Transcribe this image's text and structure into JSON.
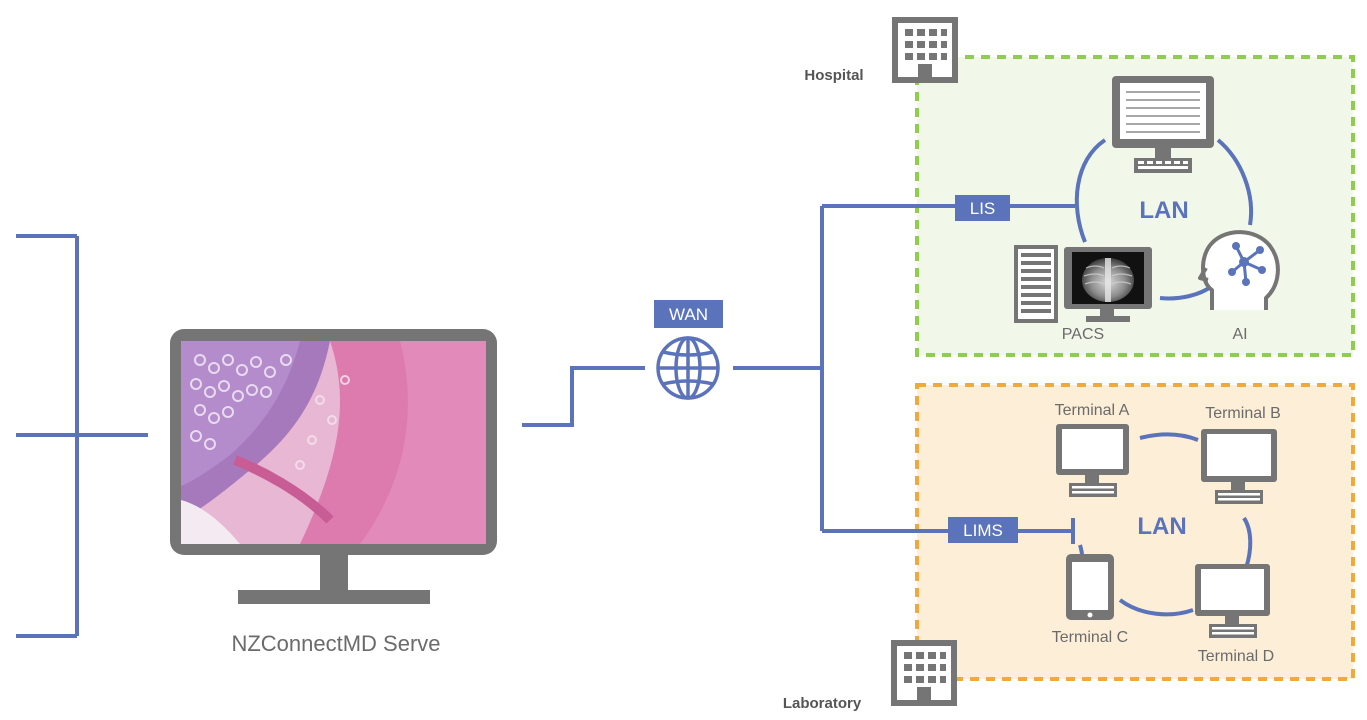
{
  "server": {
    "label": "NZConnectMD Serve"
  },
  "wan": {
    "label": "WAN"
  },
  "hospital": {
    "label": "Hospital",
    "lan_label": "LAN",
    "lis_label": "LIS",
    "pacs_label": "PACS",
    "ai_label": "AI"
  },
  "laboratory": {
    "label": "Laboratory",
    "lan_label": "LAN",
    "lims_label": "LIMS",
    "terminals": [
      "Terminal A",
      "Terminal B",
      "Terminal C",
      "Terminal D"
    ]
  },
  "colors": {
    "line": "#5b73bb",
    "device_gray": "#757575",
    "hospital_border": "#8fce4a",
    "hospital_fill": "#f1f7e9",
    "lab_border": "#f2a93b",
    "lab_fill": "#fdeed8",
    "tissue_pink": "#dd7aae",
    "tissue_purple": "#9a6fb8"
  },
  "icons": {
    "network": "globe-icon",
    "building": "building-icon",
    "monitor": "monitor-icon",
    "tablet": "tablet-icon",
    "server_rack": "server-rack-icon",
    "ai": "ai-head-icon",
    "xray": "chest-xray-image"
  }
}
